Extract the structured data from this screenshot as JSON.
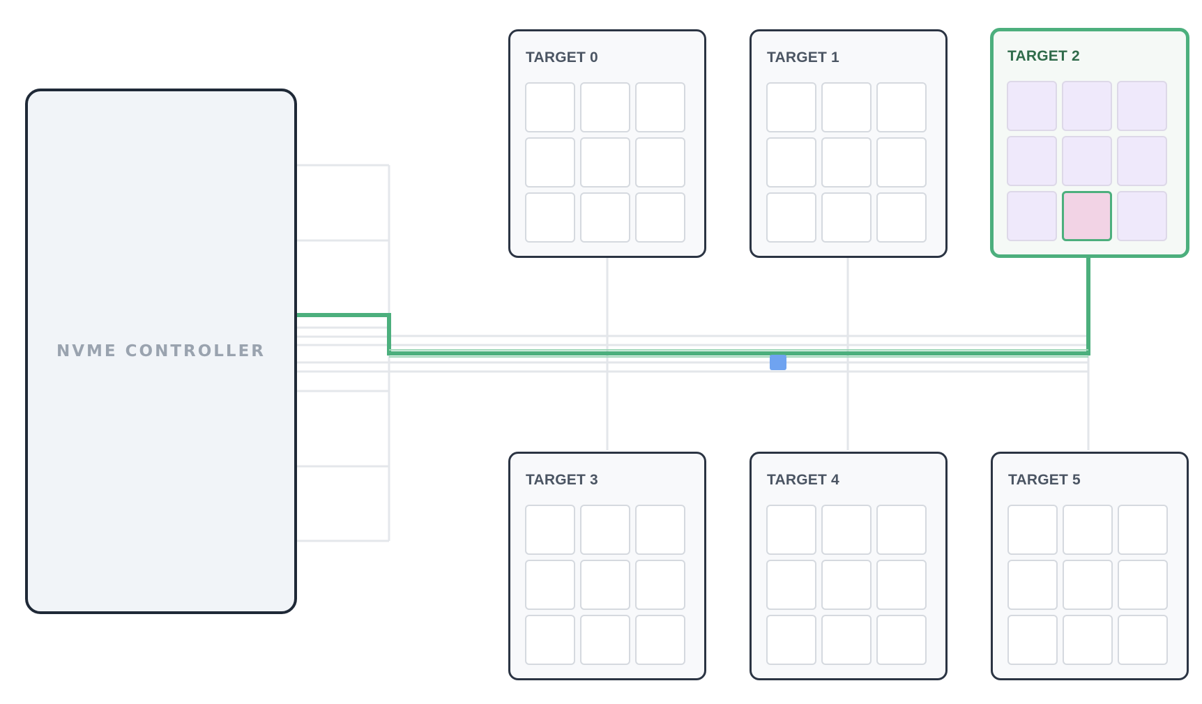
{
  "controller": {
    "label": "NVME CONTROLLER"
  },
  "targets": [
    {
      "label": "TARGET 0",
      "active": false,
      "cells": [
        "empty",
        "empty",
        "empty",
        "empty",
        "empty",
        "empty",
        "empty",
        "empty",
        "empty"
      ]
    },
    {
      "label": "TARGET 1",
      "active": false,
      "cells": [
        "empty",
        "empty",
        "empty",
        "empty",
        "empty",
        "empty",
        "empty",
        "empty",
        "empty"
      ]
    },
    {
      "label": "TARGET 2",
      "active": true,
      "cells": [
        "filled",
        "filled",
        "filled",
        "filled",
        "filled",
        "filled",
        "filled",
        "highlight",
        "filled"
      ]
    },
    {
      "label": "TARGET 3",
      "active": false,
      "cells": [
        "empty",
        "empty",
        "empty",
        "empty",
        "empty",
        "empty",
        "empty",
        "empty",
        "empty"
      ]
    },
    {
      "label": "TARGET 4",
      "active": false,
      "cells": [
        "empty",
        "empty",
        "empty",
        "empty",
        "empty",
        "empty",
        "empty",
        "empty",
        "empty"
      ]
    },
    {
      "label": "TARGET 5",
      "active": false,
      "cells": [
        "empty",
        "empty",
        "empty",
        "empty",
        "empty",
        "empty",
        "empty",
        "empty",
        "empty"
      ]
    }
  ],
  "colors": {
    "active_path": "#4caf7d",
    "bus_line": "#e3e6ea",
    "packet": "#6fa3f0",
    "target_border": "#2b3443"
  },
  "icons": {
    "packet": "data-packet-square"
  }
}
